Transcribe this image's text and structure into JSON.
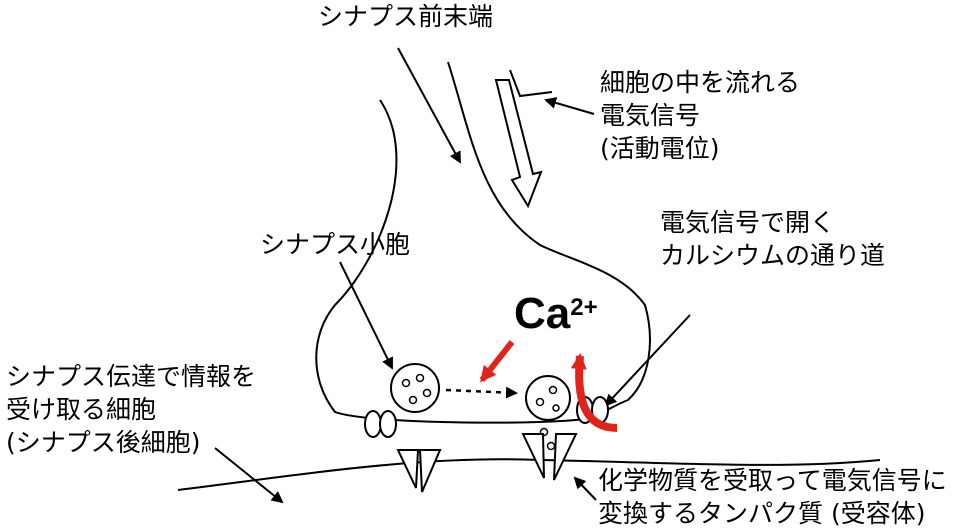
{
  "labels": {
    "presynaptic": "シナプス前末端",
    "signal": [
      "細胞の中を流れる",
      "電気信号",
      "(活動電位)"
    ],
    "vesicle": "シナプス小胞",
    "channel": [
      "電気信号で開く",
      "カルシウムの通り道"
    ],
    "postcell": [
      "シナプス伝達で情報を",
      "受け取る細胞",
      "(シナプス後細胞)"
    ],
    "receptor": [
      "化学物質を受取って電気信号に",
      "変換するタンパク質 (受容体)"
    ],
    "ion": "Ca",
    "ion_charge": "2+"
  },
  "colors": {
    "line": "#000000",
    "ca_arrow": "#e0241c",
    "background": "#ffffff"
  }
}
